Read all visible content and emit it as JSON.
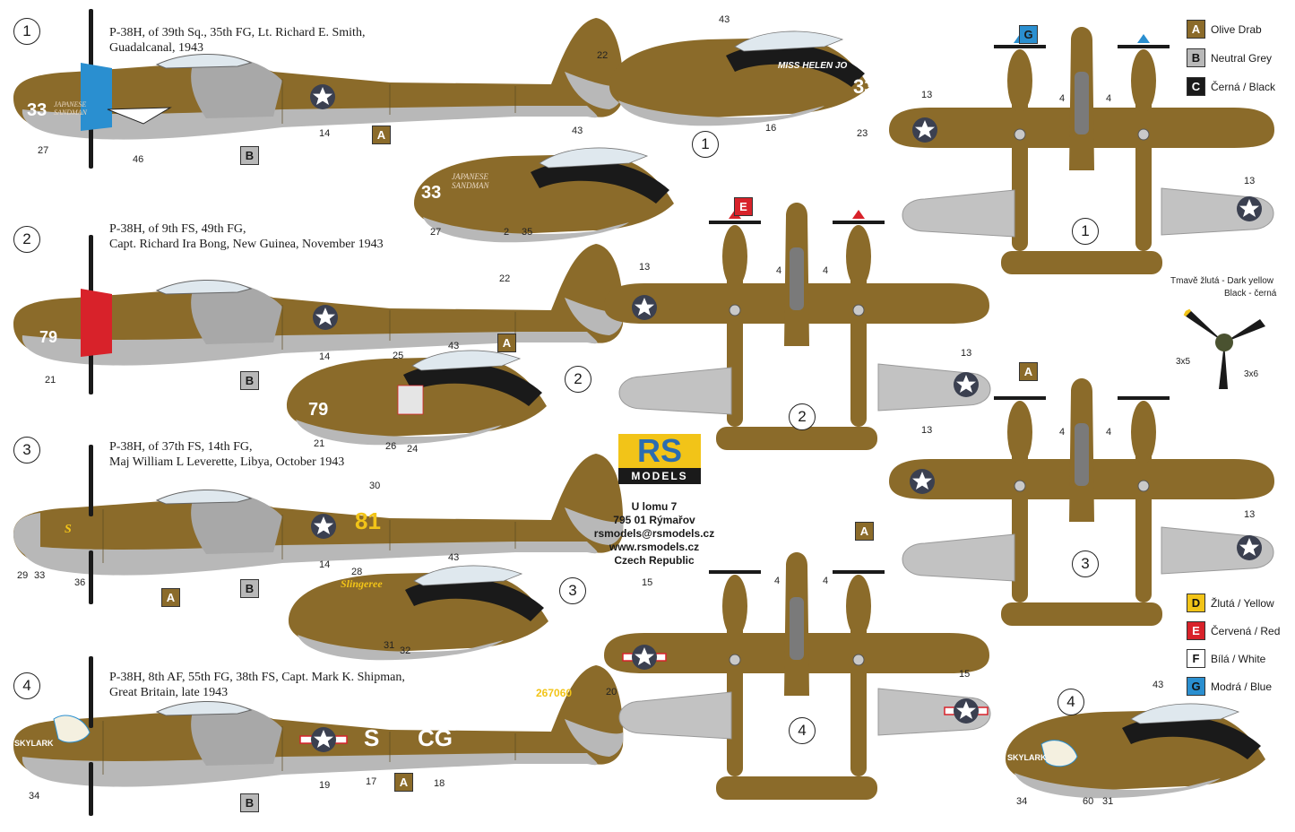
{
  "colors": {
    "olive_drab": "#8b6b2a",
    "neutral_grey": "#b8b8b8",
    "black": "#1a1a1a",
    "yellow": "#f2c418",
    "red": "#d8222a",
    "white": "#ffffff",
    "blue": "#2a8fd0",
    "insignia_blue": "#3b4050"
  },
  "schemes": [
    {
      "number": "1",
      "caption_line1": "P-38H, of 39th Sq., 35th FG, Lt. Richard E. Smith,",
      "caption_line2": "Guadalcanal, 1943",
      "side_code": "33",
      "tail_code": "33"
    },
    {
      "number": "2",
      "caption_line1": "P-38H, of 9th FS, 49th FG,",
      "caption_line2": "Capt. Richard Ira Bong, New Guinea, November 1943",
      "side_code": "79",
      "tail_code": "79"
    },
    {
      "number": "3",
      "caption_line1": "P-38H, of 37th FS, 14th FG,",
      "caption_line2": "Maj William L Leverette, Libya, October 1943",
      "side_code": "S",
      "tail_code": "81"
    },
    {
      "number": "4",
      "caption_line1": "P-38H, 8th AF, 55th FG, 38th FS, Capt. Mark K. Shipman,",
      "caption_line2": "Great Britain, late 1943",
      "side_code": "SKYLARK",
      "tail_code": "267060"
    }
  ],
  "nose_art": {
    "s1_nose": "JAPANESE SANDMAN",
    "s1_canopy": "MISS HELEN JO",
    "s3_nose": "Slingeree",
    "s4_fuselage_left": "S",
    "s4_fuselage_right": "CG"
  },
  "callouts": {
    "p1": [
      "27",
      "46",
      "14",
      "22",
      "43",
      "16",
      "23",
      "27",
      "2",
      "35",
      "43"
    ],
    "p2": [
      "21",
      "14",
      "22",
      "43",
      "25",
      "21",
      "26",
      "24"
    ],
    "p3": [
      "29",
      "33",
      "36",
      "14",
      "30",
      "28",
      "43",
      "31",
      "32"
    ],
    "p4": [
      "34",
      "19",
      "17",
      "18",
      "20",
      "43",
      "34",
      "60",
      "31"
    ],
    "top": [
      "13",
      "4",
      "4",
      "13",
      "13",
      "4",
      "4",
      "13",
      "13",
      "4",
      "4",
      "13",
      "15",
      "4",
      "4",
      "15"
    ]
  },
  "color_letters": {
    "A": "A",
    "B": "B",
    "C": "C",
    "D": "D",
    "E": "E",
    "F": "F",
    "G": "G"
  },
  "legend": [
    {
      "letter": "A",
      "label": "Olive Drab",
      "color": "#8b6b2a",
      "text_color": "#ffffff"
    },
    {
      "letter": "B",
      "label": "Neutral Grey",
      "color": "#b8b8b8",
      "text_color": "#111111"
    },
    {
      "letter": "C",
      "label": "Černá / Black",
      "color": "#1a1a1a",
      "text_color": "#ffffff"
    },
    {
      "letter": "D",
      "label": "Žlutá / Yellow",
      "color": "#f2c418",
      "text_color": "#111111"
    },
    {
      "letter": "E",
      "label": "Červená / Red",
      "color": "#d8222a",
      "text_color": "#ffffff"
    },
    {
      "letter": "F",
      "label": "Bílá / White",
      "color": "#ffffff",
      "text_color": "#111111"
    },
    {
      "letter": "G",
      "label": "Modrá / Blue",
      "color": "#2a8fd0",
      "text_color": "#111111"
    }
  ],
  "propeller": {
    "label_line1": "Tmavě žlutá - Dark yellow",
    "label_line2": "Black - černá",
    "count_left": "3x5",
    "count_right": "3x6"
  },
  "brand": {
    "logo_main": "RS",
    "logo_sub": "MODELS",
    "address_line1": "U lomu 7",
    "address_line2": "795 01 Rýmařov",
    "email": "rsmodels@rsmodels.cz",
    "website": "www.rsmodels.cz",
    "country": "Czech Republic"
  },
  "top_view_numbers": [
    "1",
    "2",
    "3",
    "4"
  ],
  "nose_view_numbers": [
    "1",
    "2",
    "3",
    "4"
  ]
}
